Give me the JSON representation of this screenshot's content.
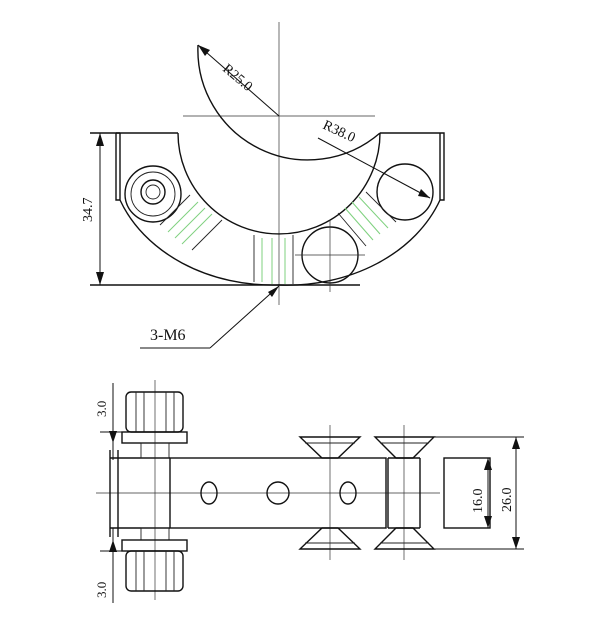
{
  "labels": {
    "r25": "R25.0",
    "r38": "R38.0",
    "height_top": "34.7",
    "thread": "3-M6",
    "dim_upper": "3.0",
    "dim_lower": "3.0",
    "dim_inner": "16.0",
    "dim_outer": "26.0"
  }
}
